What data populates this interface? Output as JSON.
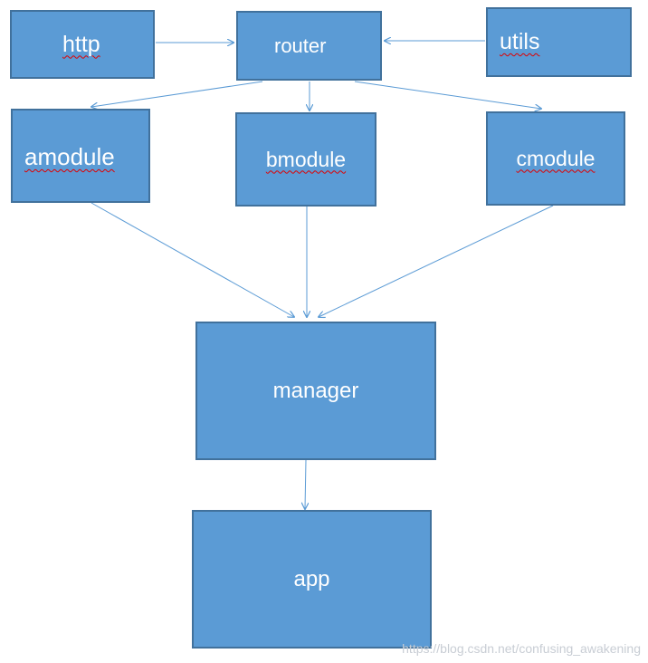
{
  "nodes": {
    "http": {
      "label": "http"
    },
    "router": {
      "label": "router"
    },
    "utils": {
      "label": "utils"
    },
    "amodule": {
      "label": "amodule"
    },
    "bmodule": {
      "label": "bmodule"
    },
    "cmodule": {
      "label": "cmodule"
    },
    "manager": {
      "label": "manager"
    },
    "app": {
      "label": "app"
    }
  },
  "edges": [
    {
      "from": "http",
      "to": "router"
    },
    {
      "from": "utils",
      "to": "router"
    },
    {
      "from": "router",
      "to": "amodule"
    },
    {
      "from": "router",
      "to": "bmodule"
    },
    {
      "from": "router",
      "to": "cmodule"
    },
    {
      "from": "amodule",
      "to": "manager"
    },
    {
      "from": "bmodule",
      "to": "manager"
    },
    {
      "from": "cmodule",
      "to": "manager"
    },
    {
      "from": "manager",
      "to": "app"
    }
  ],
  "colors": {
    "box_fill": "#5b9bd5",
    "box_border": "#41719c",
    "edge": "#5b9bd5",
    "text": "#ffffff"
  },
  "watermark": "https://blog.csdn.net/confusing_awakening"
}
